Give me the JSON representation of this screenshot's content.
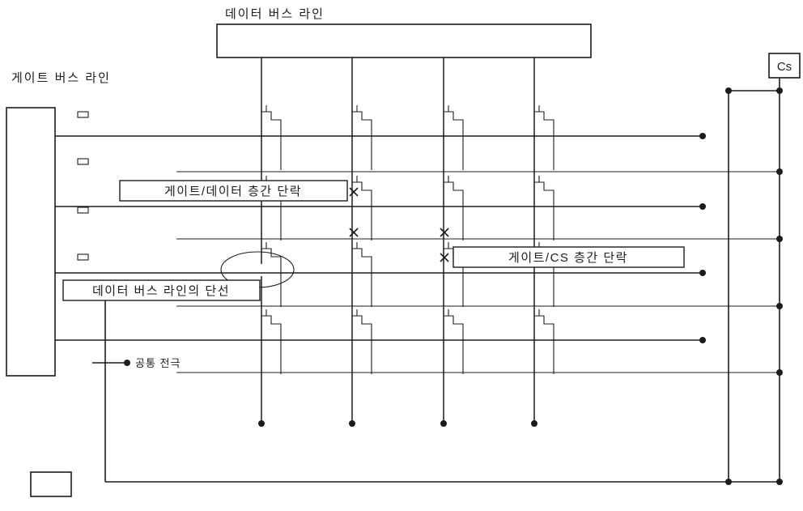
{
  "colors": {
    "ink": "#1c1c1c",
    "paper": "#ffffff"
  },
  "labels": {
    "data_bus_line": "데이터 버스 라인",
    "gate_bus_line": "게이트 버스 라인",
    "gate_data_short": "게이트/데이터 층간 단락",
    "gate_cs_short": "게이트/CS 층간 단락",
    "data_bus_break": "데이터 버스 라인의 단선",
    "common_electrode": "공통 전극",
    "cs": "Cs"
  }
}
